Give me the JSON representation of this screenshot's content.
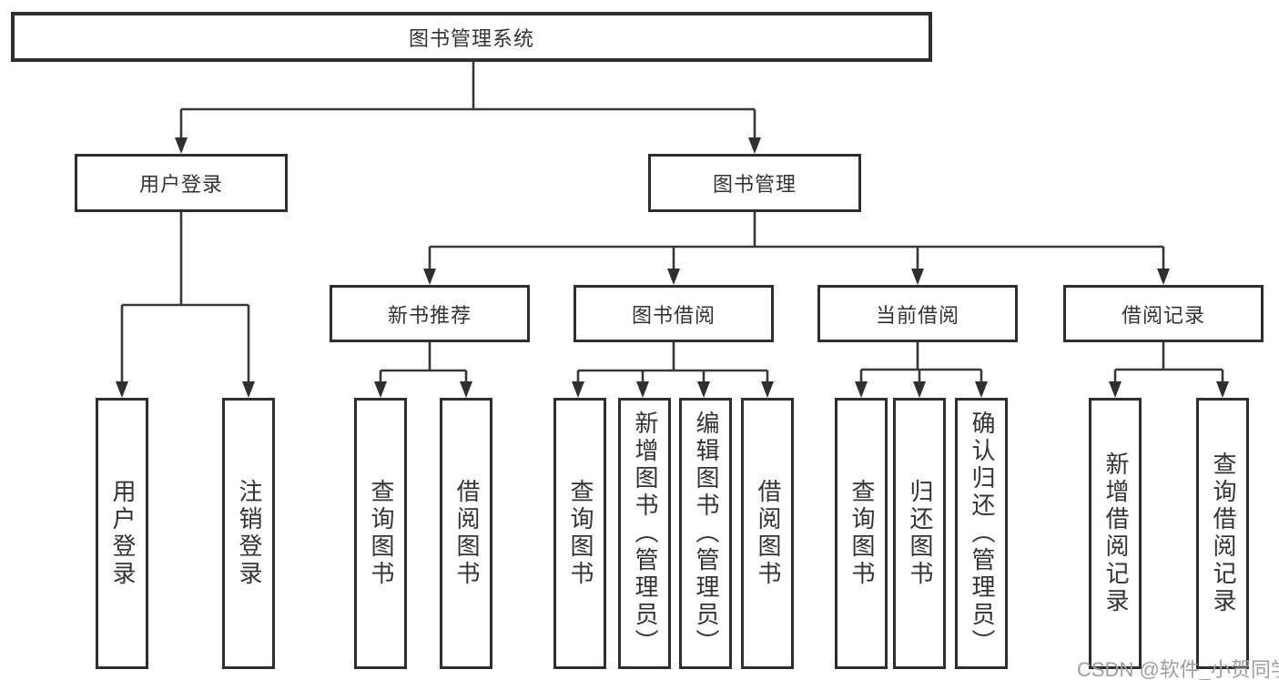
{
  "tree": {
    "root": {
      "label": "图书管理系统"
    },
    "branches": [
      {
        "label": "用户登录",
        "leaves": [
          {
            "label": "用户登录"
          },
          {
            "label": "注销登录"
          }
        ]
      },
      {
        "label": "图书管理",
        "groups": [
          {
            "label": "新书推荐",
            "leaves": [
              {
                "label": "查询图书"
              },
              {
                "label": "借阅图书"
              }
            ]
          },
          {
            "label": "图书借阅",
            "leaves": [
              {
                "label": "查询图书"
              },
              {
                "label": "新增图书（管理员）"
              },
              {
                "label": "编辑图书（管理员）"
              },
              {
                "label": "借阅图书"
              }
            ]
          },
          {
            "label": "当前借阅",
            "leaves": [
              {
                "label": "查询图书"
              },
              {
                "label": "归还图书"
              },
              {
                "label": "确认归还（管理员）"
              }
            ]
          },
          {
            "label": "借阅记录",
            "leaves": [
              {
                "label": "新增借阅记录"
              },
              {
                "label": "查询借阅记录"
              }
            ]
          }
        ]
      }
    ]
  },
  "watermark": "CSDN @软件_小贺同学",
  "colors": {
    "line": "#383838",
    "box_border": "#2e2e2e",
    "text": "#333333",
    "watermark_text": "#9e9e9e",
    "background": "#ffffff"
  }
}
